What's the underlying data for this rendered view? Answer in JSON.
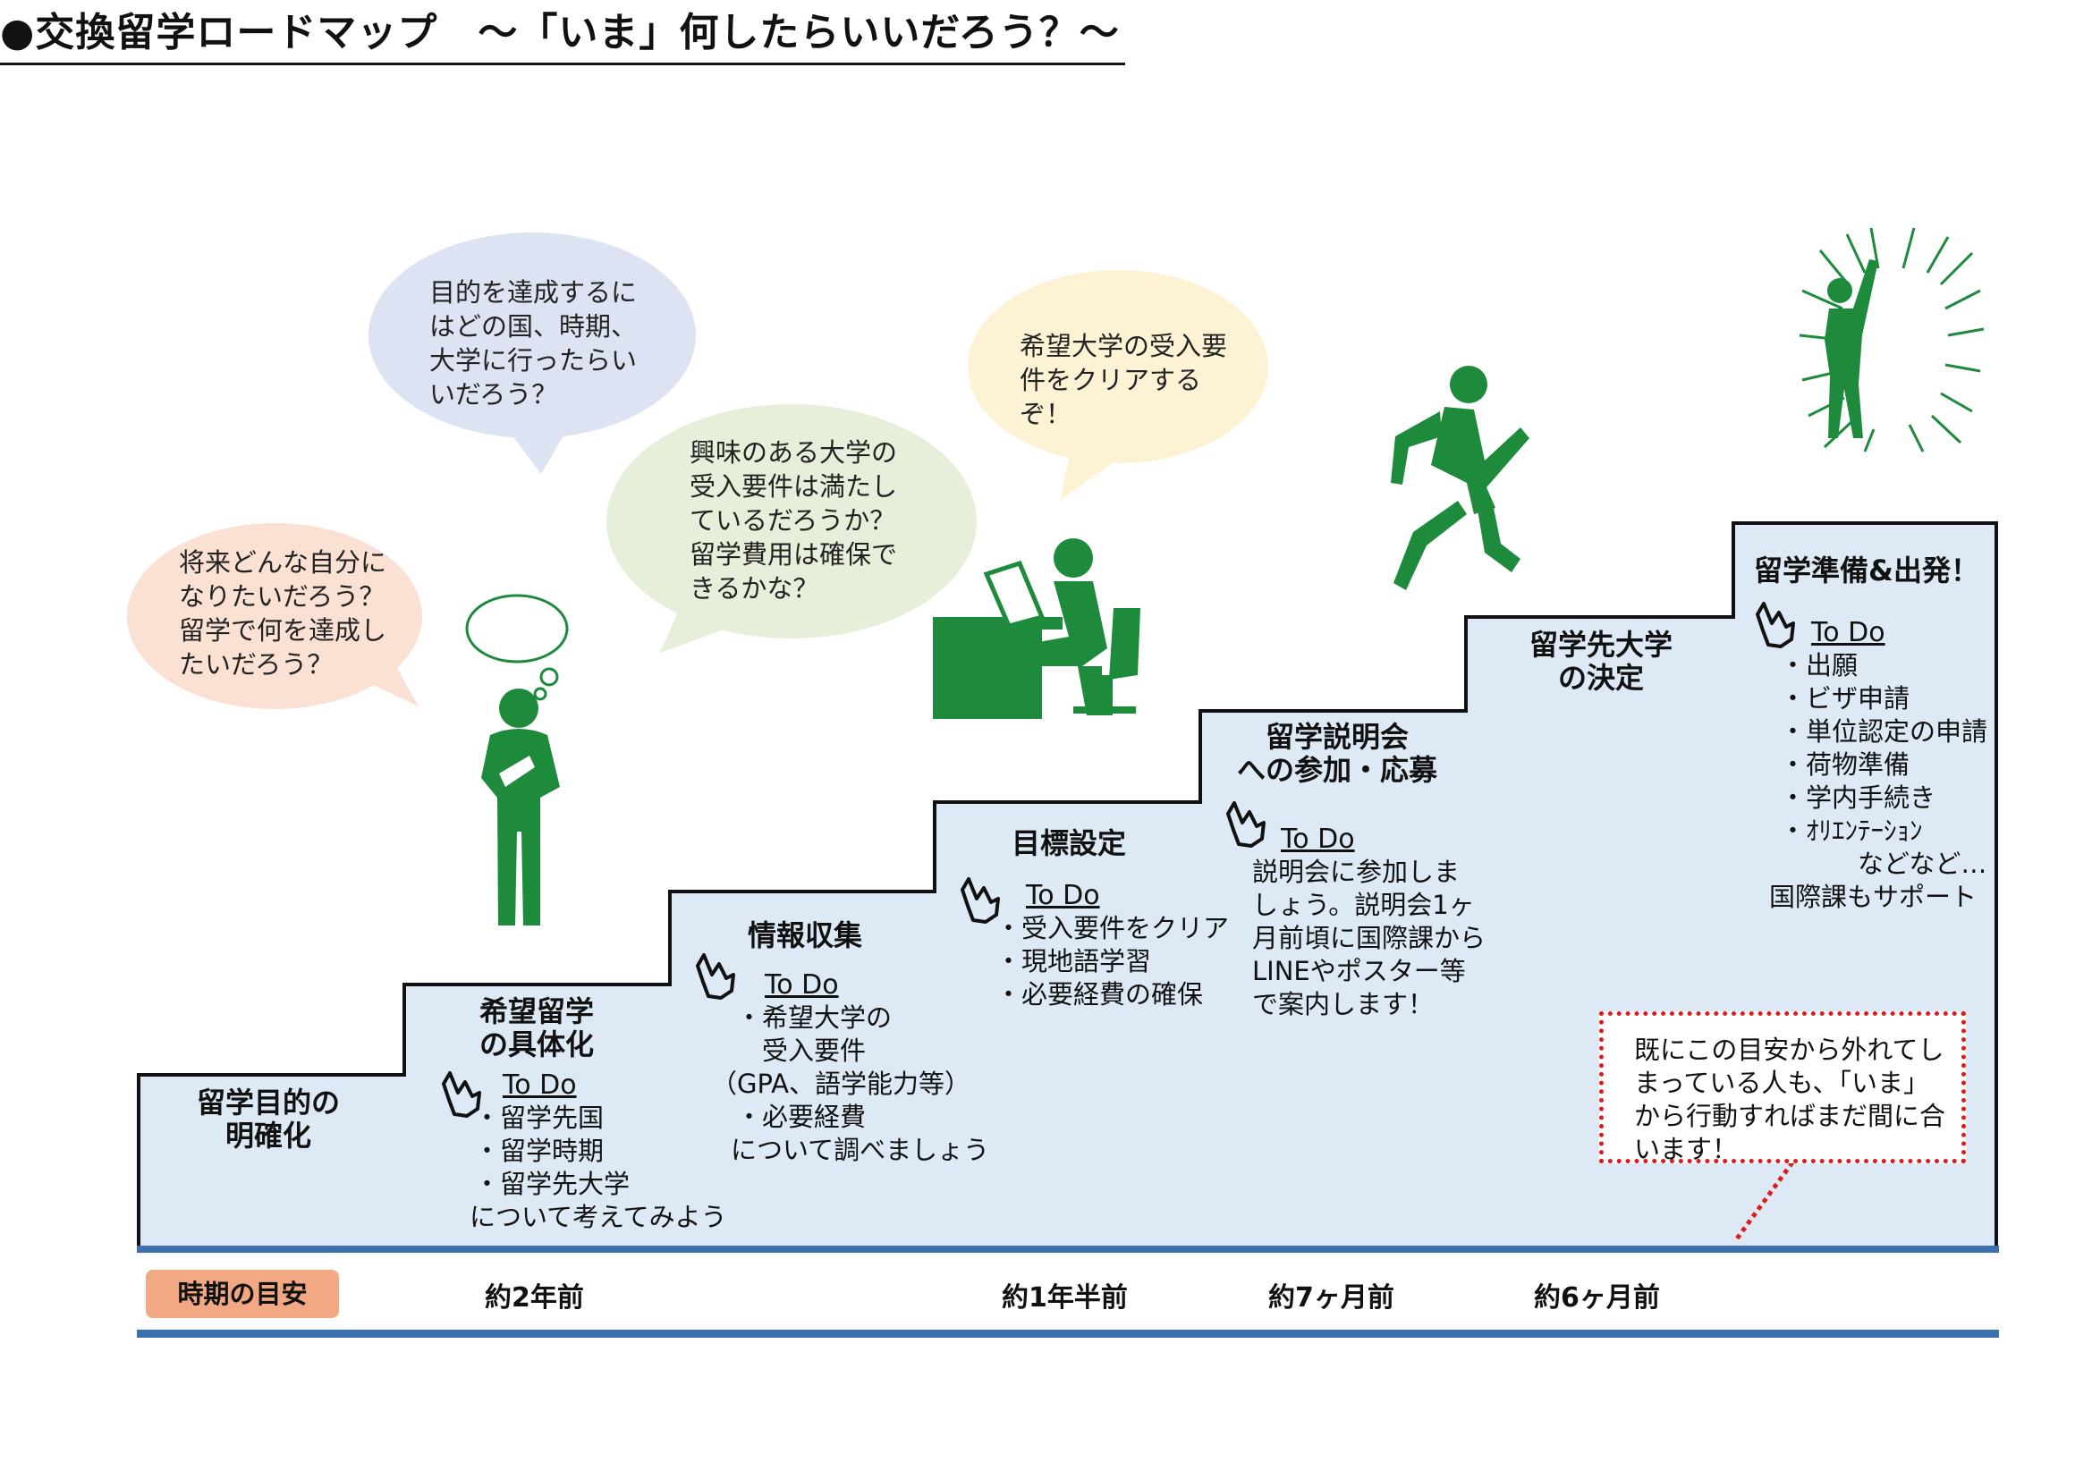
{
  "title": "●交換留学ロードマップ　～「いま」何したらいいだろう？～",
  "bubbles": {
    "future": [
      "将来どんな自分に",
      "なりたいだろう？",
      "留学で何を達成し",
      "たいだろう？"
    ],
    "goal": [
      "目的を達成するに",
      "はどの国、時期、",
      "大学に行ったらい",
      "いだろう？"
    ],
    "requirements": [
      "興味のある大学の",
      "受入要件は満たし",
      "ているだろうか？",
      "留学費用は確保で",
      "きるかな？"
    ],
    "clear": [
      "希望大学の受入要",
      "件をクリアする",
      "ぞ！"
    ]
  },
  "steps": [
    {
      "title": [
        "留学目的の",
        "明確化"
      ]
    },
    {
      "title": [
        "希望留学",
        "の具体化"
      ],
      "todo_label": "To Do",
      "items": [
        "・留学先国",
        "・留学時期",
        "・留学先大学",
        "について考えてみよう"
      ]
    },
    {
      "title": [
        "情報収集"
      ],
      "todo_label": "To Do",
      "items": [
        "・希望大学の",
        "　受入要件",
        "（GPA、語学能力等）",
        "・必要経費",
        "について調べましょう"
      ]
    },
    {
      "title": [
        "目標設定"
      ],
      "todo_label": "To Do",
      "items": [
        "・受入要件をクリア",
        "・現地語学習",
        "・必要経費の確保"
      ]
    },
    {
      "title": [
        "留学説明会",
        "への参加・応募"
      ],
      "todo_label": "To Do",
      "items": [
        "説明会に参加しま",
        "しょう。説明会1ヶ",
        "月前頃に国際課から",
        "LINEやポスター等",
        "で案内します！"
      ]
    },
    {
      "title": [
        "留学先大学",
        "の決定"
      ]
    },
    {
      "title": [
        "留学準備&出発！"
      ],
      "todo_label": "To Do",
      "items": [
        "・出願",
        "・ビザ申請",
        "・単位認定の申請",
        "・荷物準備",
        "・学内手続き",
        "・ｵﾘｴﾝﾃｰｼｮﾝ",
        "　　　などなど…",
        "国際課もサポート"
      ]
    }
  ],
  "timeline": {
    "badge": "時期の目安",
    "labels": [
      "約2年前",
      "約1年半前",
      "約7ヶ月前",
      "約6ヶ月前"
    ]
  },
  "note": [
    "既にこの目安から外れてし",
    "まっている人も、「いま」",
    "から行動すればまだ間に合",
    "います！"
  ],
  "colors": {
    "figure": "#1e8a3c",
    "stair_fill": "#dde9f4",
    "timeline": "#3a6fb0",
    "bubble_peach": "#fbe1d3",
    "bubble_blue": "#dde3f2",
    "bubble_green": "#e5efd9",
    "bubble_yellow": "#fdf2d3",
    "badge": "#f2a883",
    "note_border": "#e01a1a"
  },
  "icons": [
    "thinking-person-icon",
    "desk-worker-icon",
    "running-person-icon",
    "celebrating-person-icon",
    "pointing-hand-icon"
  ]
}
